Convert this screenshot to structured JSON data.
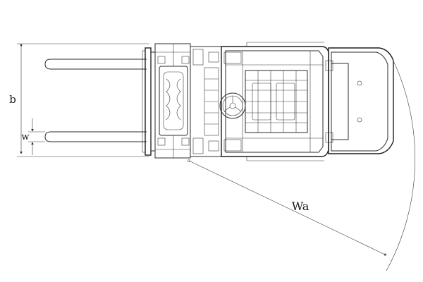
{
  "dimensions": {
    "b": "b",
    "w": "w",
    "wa": "Wa"
  },
  "colors": {
    "line": "#2b2b2b",
    "background": "#ffffff"
  }
}
